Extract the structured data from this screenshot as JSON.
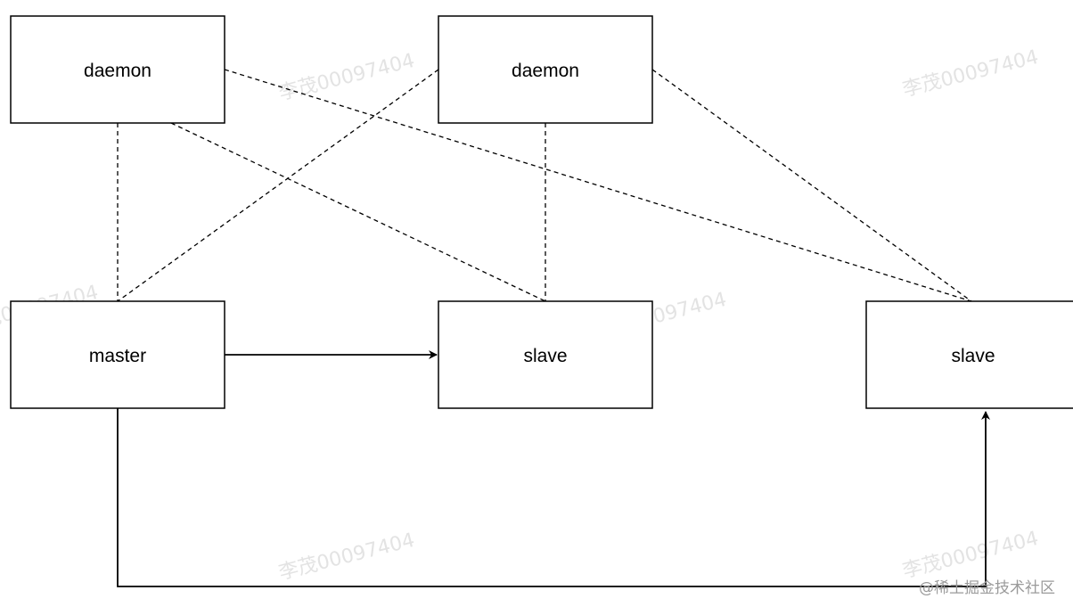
{
  "nodes": {
    "daemon_left": "daemon",
    "daemon_right": "daemon",
    "master": "master",
    "slave_middle": "slave",
    "slave_right": "slave"
  },
  "watermark": "李茂00097404",
  "corner_credit": "@稀土掘金技术社区",
  "colors": {
    "stroke": "#000000",
    "watermark": "#e3e3e3"
  }
}
